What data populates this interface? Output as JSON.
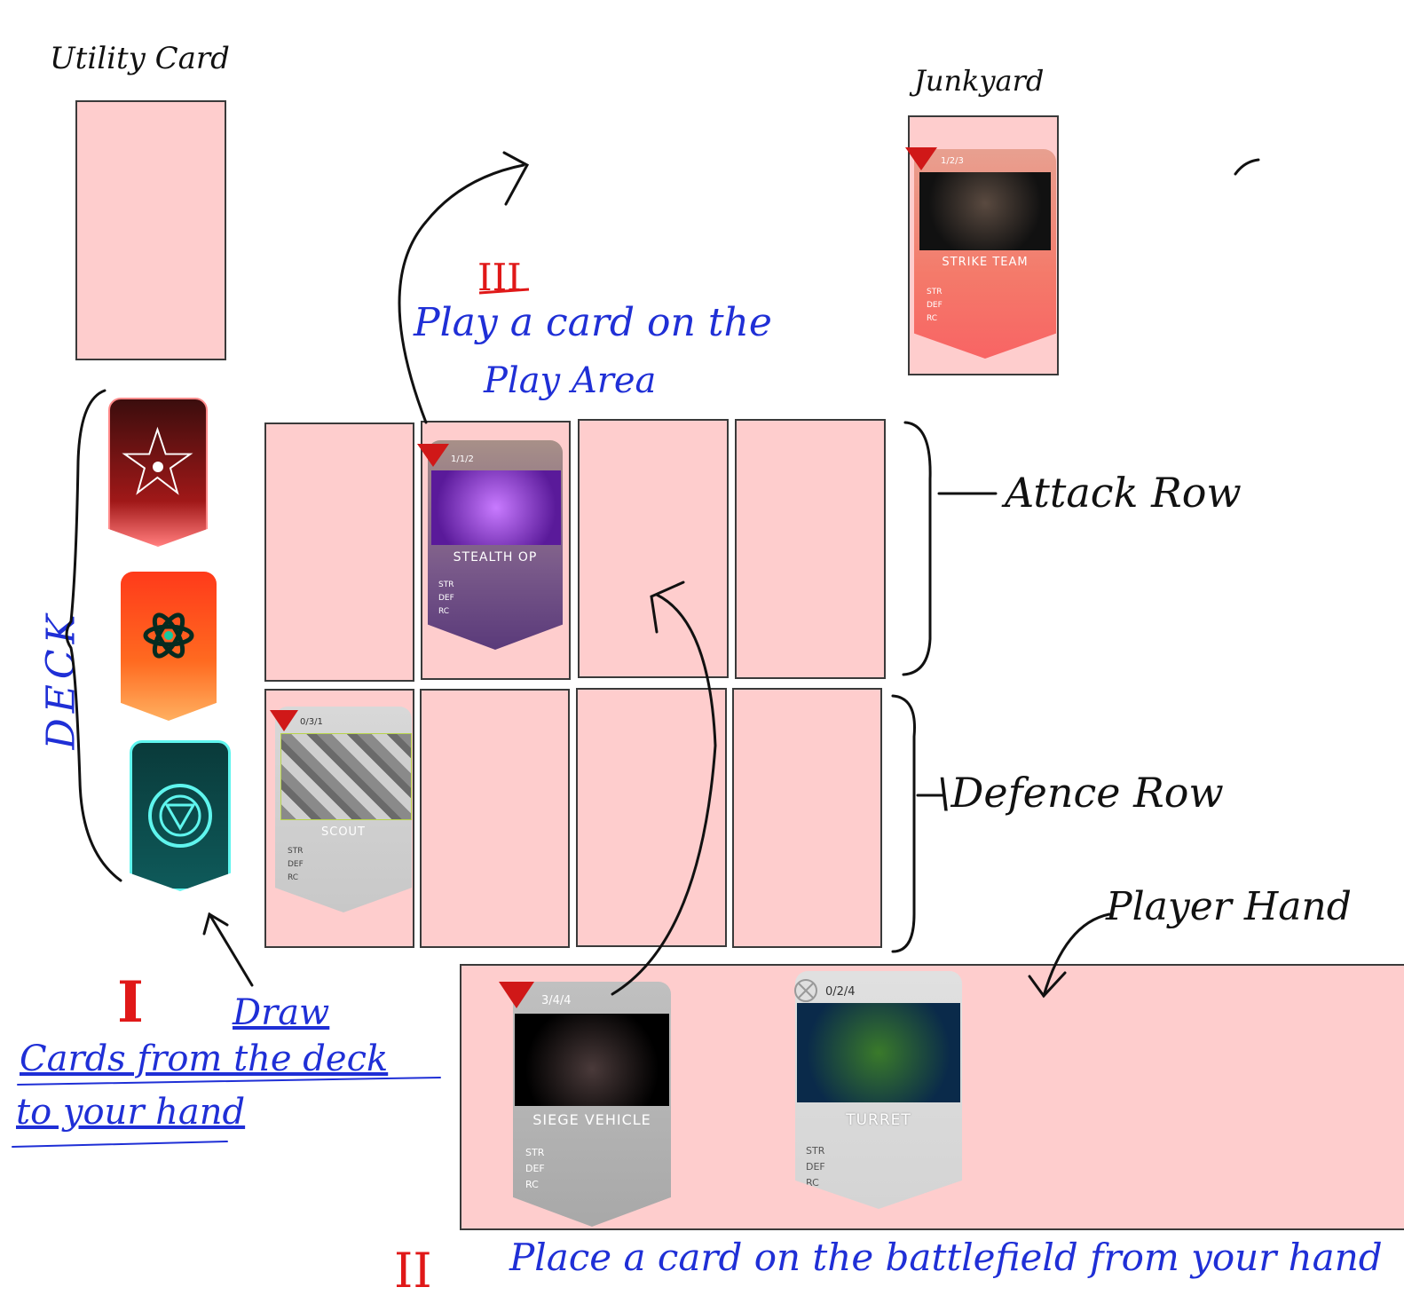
{
  "labels": {
    "utility_card": "Utility Card",
    "junkyard": "Junkyard",
    "deck": "DECK",
    "attack_row": "Attack Row",
    "defence_row": "\\Defence Row",
    "player_hand": "Player Hand"
  },
  "steps": {
    "step1_numeral": "I",
    "step1_line1": "Draw",
    "step1_line2": "Cards from the deck",
    "step1_line3": "to your hand",
    "step2_numeral": "II",
    "step2_text": "Place a card on the battlefield from your hand",
    "step3_numeral": "III",
    "step3_line1": "Play a card on the",
    "step3_line2": "Play Area"
  },
  "cards": {
    "junkyard": {
      "stats": "1/2/3",
      "name": "STRIKE TEAM"
    },
    "attack": {
      "stats": "1/1/2",
      "name": "STEALTH OP"
    },
    "defence": {
      "stats": "0/3/1",
      "name": "SCOUT"
    },
    "hand_1": {
      "stats": "3/4/4",
      "name": "SIEGE VEHICLE"
    },
    "hand_2": {
      "stats": "0/2/4",
      "name": "TURRET"
    }
  },
  "stat_labels": {
    "str": "STR",
    "def": "DEF",
    "rc": "RC"
  },
  "colors": {
    "slot": "#fecdcd",
    "ink_blue": "#1f2fd6",
    "ink_red": "#e01818"
  },
  "deck_icons": [
    "pentagram-icon",
    "atom-icon",
    "arc-reactor-icon"
  ]
}
